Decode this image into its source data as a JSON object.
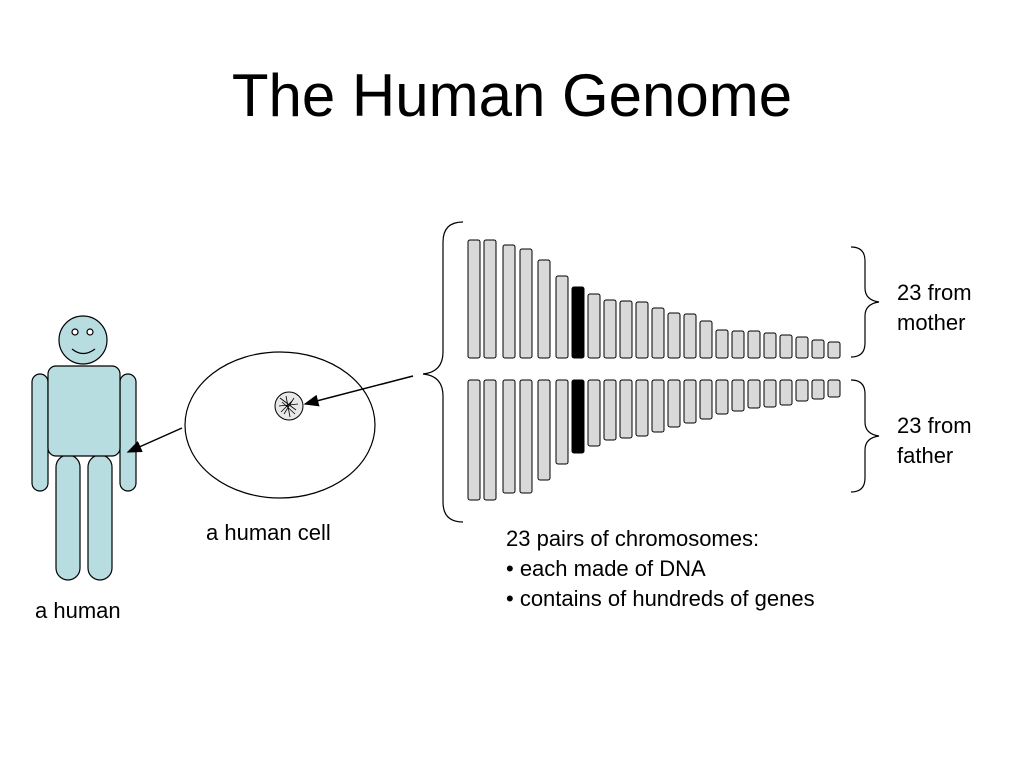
{
  "title": "The Human Genome",
  "labels": {
    "human": "a human",
    "cell": "a human cell",
    "mother": [
      "23 from",
      "mother"
    ],
    "father": [
      "23 from",
      "father"
    ],
    "pairs": [
      "23 pairs of chromosomes:",
      "• each made of DNA",
      "• contains of hundreds of genes"
    ]
  },
  "chromosomes": {
    "count_per_set": 23,
    "highlight_index": 6,
    "colors": {
      "fill": "#d9d9d9",
      "stroke": "#000000",
      "highlight": "#000000"
    }
  },
  "colors": {
    "person_fill": "#b7dde1",
    "person_stroke": "#000000",
    "line": "#000000"
  }
}
